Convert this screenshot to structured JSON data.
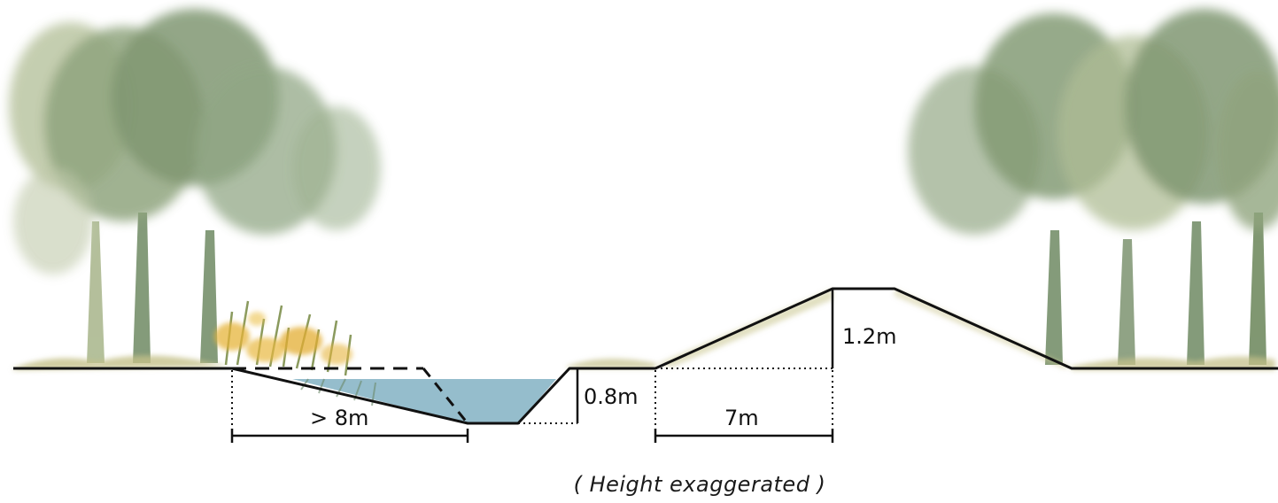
{
  "diagram": {
    "type": "cross-section",
    "dimensions": {
      "slope_width": "> 8m",
      "ditch_depth": "0.8m",
      "dike_height": "1.2m",
      "dike_slope_width": "7m"
    },
    "caption": "( Height exaggerated )"
  },
  "colors": {
    "water": "#8fb9c9",
    "ground_line": "#111111",
    "tree_dark": "#5f7d52",
    "tree_light": "#9fb27f",
    "grass": "#b9b57a",
    "flowers": "#e6b43a"
  }
}
